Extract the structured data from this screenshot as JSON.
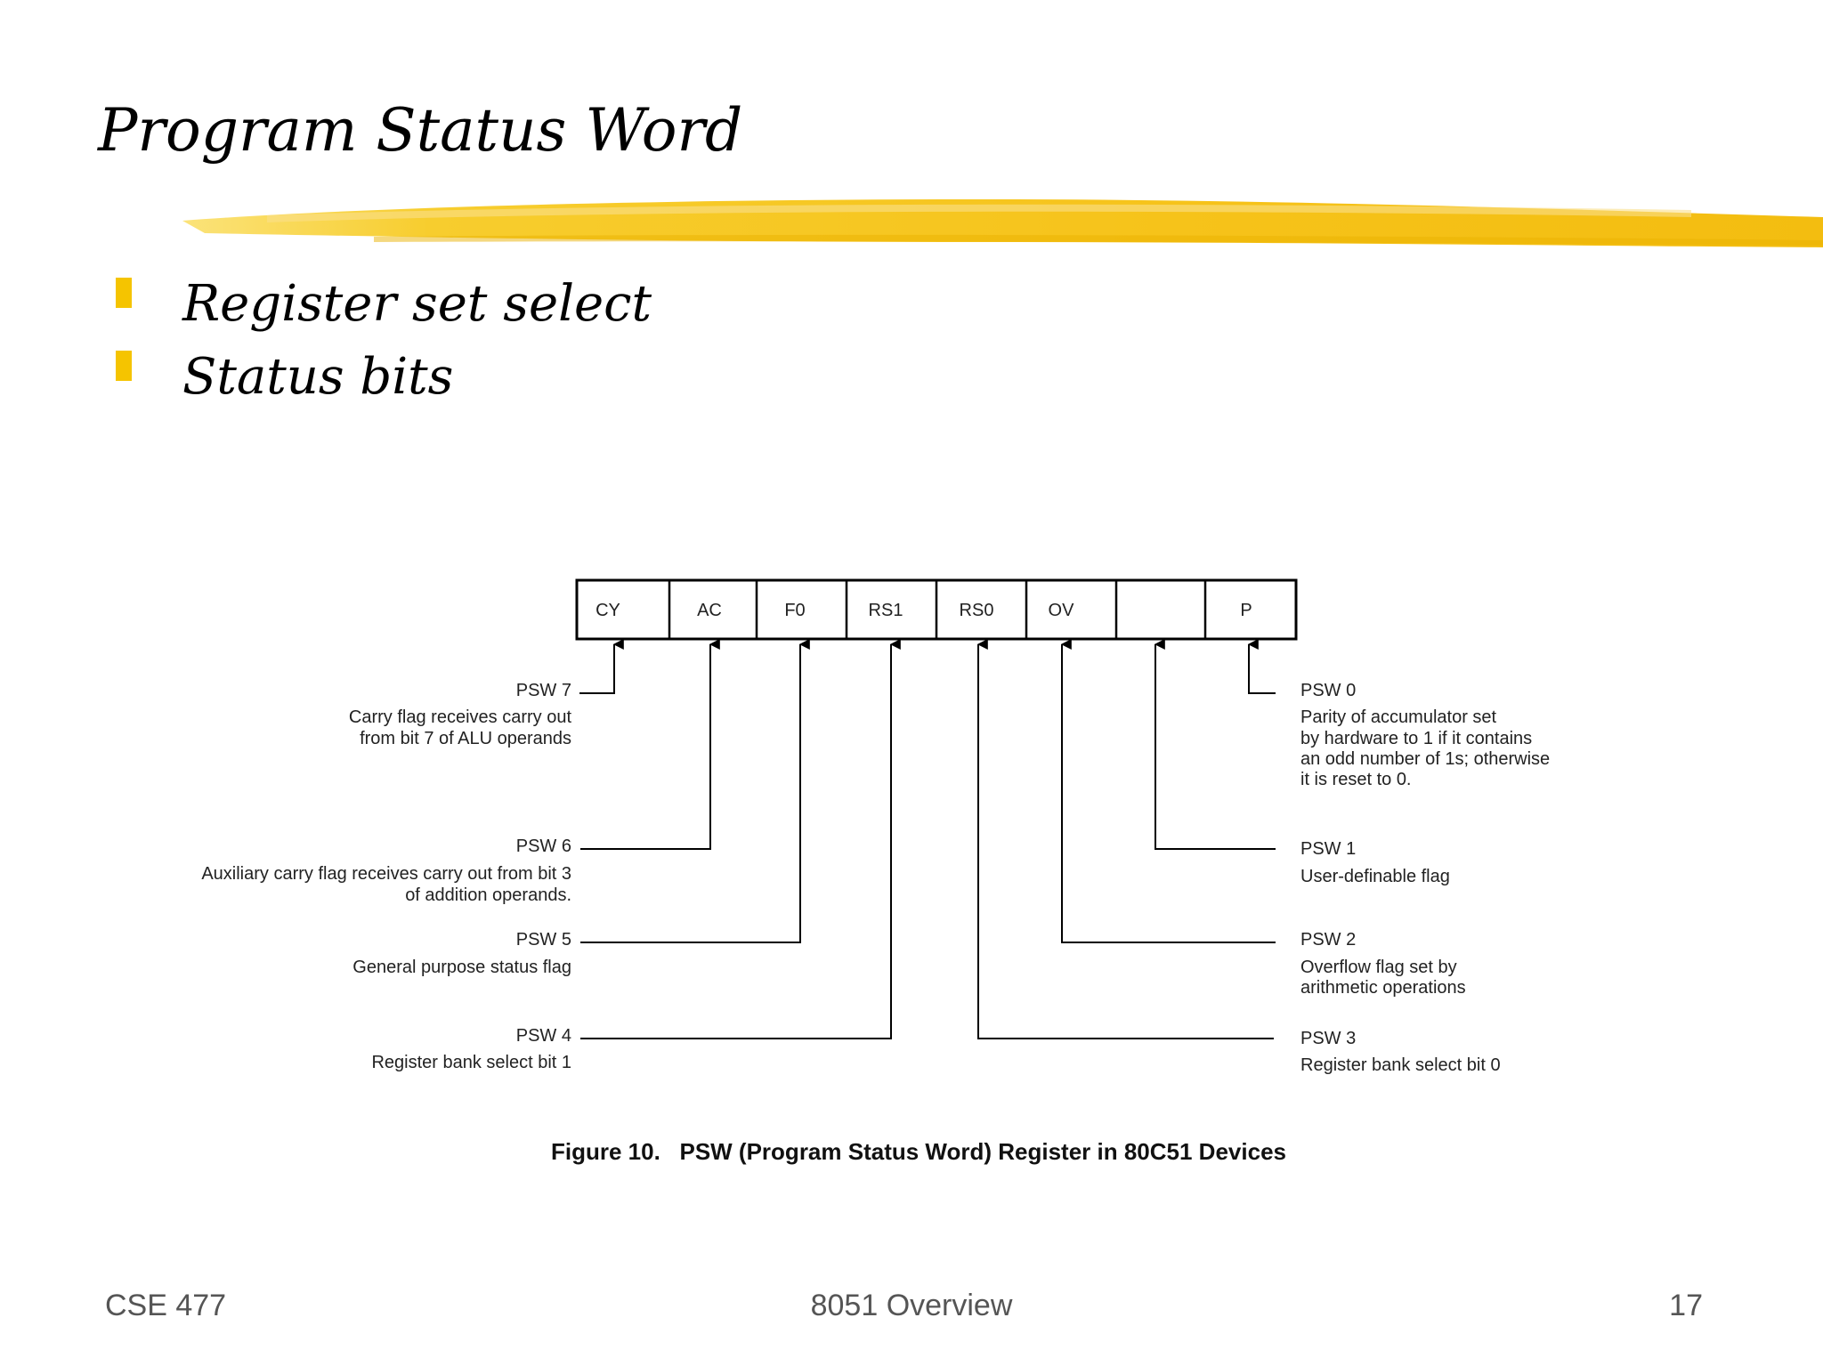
{
  "slide": {
    "title": "Program Status Word",
    "bullets": [
      "Register set select",
      "Status bits"
    ]
  },
  "diagram": {
    "register_cells": [
      "CY",
      "AC",
      "F0",
      "RS1",
      "RS0",
      "OV",
      "",
      "P"
    ],
    "left_labels": [
      {
        "name": "PSW 7",
        "desc": [
          "Carry flag receives carry out",
          "from bit 7 of ALU operands"
        ]
      },
      {
        "name": "PSW 6",
        "desc": [
          "Auxiliary carry flag receives carry out from bit 3",
          "of addition operands."
        ]
      },
      {
        "name": "PSW 5",
        "desc": [
          "General purpose status flag"
        ]
      },
      {
        "name": "PSW 4",
        "desc": [
          "Register bank select bit 1"
        ]
      }
    ],
    "right_labels": [
      {
        "name": "PSW 0",
        "desc": [
          "Parity of accumulator set",
          "by hardware to 1 if it contains",
          "an odd number of 1s; otherwise",
          "it is reset to 0."
        ]
      },
      {
        "name": "PSW 1",
        "desc": [
          "User-definable flag"
        ]
      },
      {
        "name": "PSW 2",
        "desc": [
          "Overflow flag set by",
          "arithmetic operations"
        ]
      },
      {
        "name": "PSW 3",
        "desc": [
          "Register bank select bit 0"
        ]
      }
    ],
    "caption": "Figure 10.   PSW (Program Status Word) Register in 80C51 Devices"
  },
  "footer": {
    "course": "CSE 477",
    "topic": "8051 Overview",
    "page": "17"
  },
  "colors": {
    "accent": "#f5c400",
    "brush": "#f7c51e",
    "footer_text": "#555555"
  }
}
